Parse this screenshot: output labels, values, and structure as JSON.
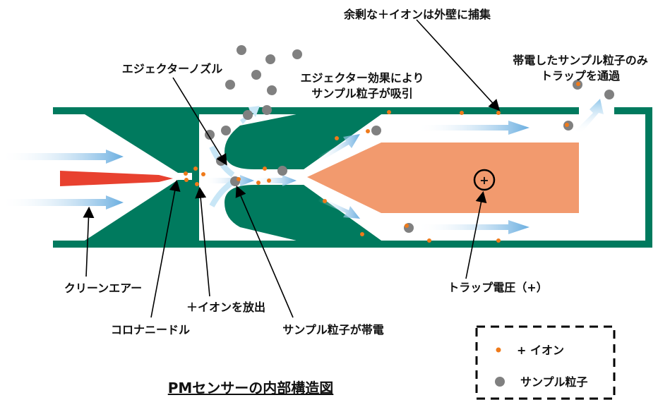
{
  "diagram": {
    "title": "PMセンサーの内部構造図",
    "labels": {
      "ejector_nozzle": "エジェクターノズル",
      "ejector_effect_line1": "エジェクター効果により",
      "ejector_effect_line2": "サンプル粒子が吸引",
      "excess_ions": "余剰な＋イオンは外壁に捕集",
      "charged_pass_line1": "帯電したサンプル粒子のみ",
      "charged_pass_line2": "トラップを通過",
      "clean_air": "クリーンエアー",
      "corona_needle": "コロナニードル",
      "ion_release": "＋イオンを放出",
      "particle_charged": "サンプル粒子が帯電",
      "trap_voltage": "トラップ電圧（+）",
      "plus_symbol": "+"
    },
    "legend": {
      "ion": "+ イオン",
      "particle": "サンプル粒子"
    },
    "colors": {
      "housing": "#007a5e",
      "trap": "#f29a6e",
      "needle": "#e8412f",
      "ion": "#ef7a1a",
      "particle": "#808080",
      "flow_light": "#bfe3f5",
      "flow_dark": "#6aaee0"
    }
  }
}
